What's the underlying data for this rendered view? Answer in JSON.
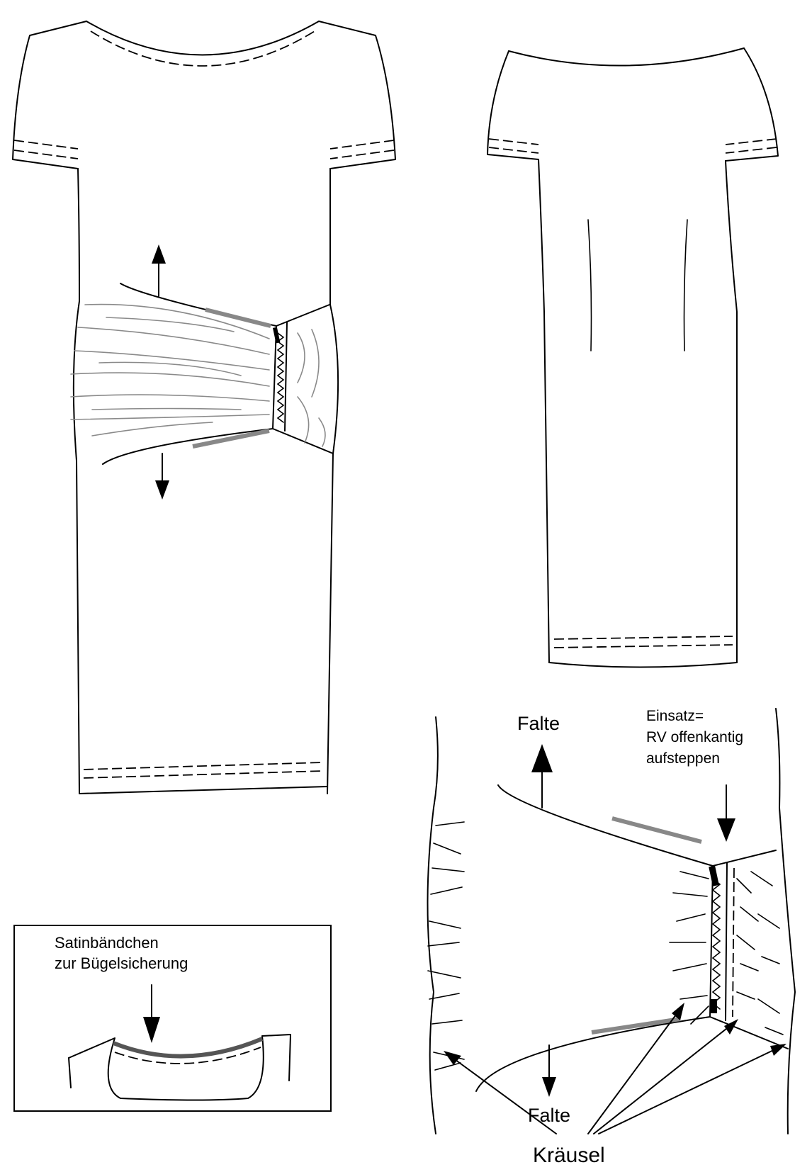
{
  "labels": {
    "falte_top": "Falte",
    "falte_bottom": "Falte",
    "einsatz_line1": "Einsatz=",
    "einsatz_line2": "RV offenkantig",
    "einsatz_line3": "aufsteppen",
    "kraeusel": "Kräusel",
    "satin_line1": "Satinbändchen",
    "satin_line2": "zur Bügelsicherung"
  },
  "colors": {
    "line": "#000000",
    "fabric_folds": "#8a8a8a",
    "satin_ribbon": "#666666",
    "background": "#ffffff"
  }
}
